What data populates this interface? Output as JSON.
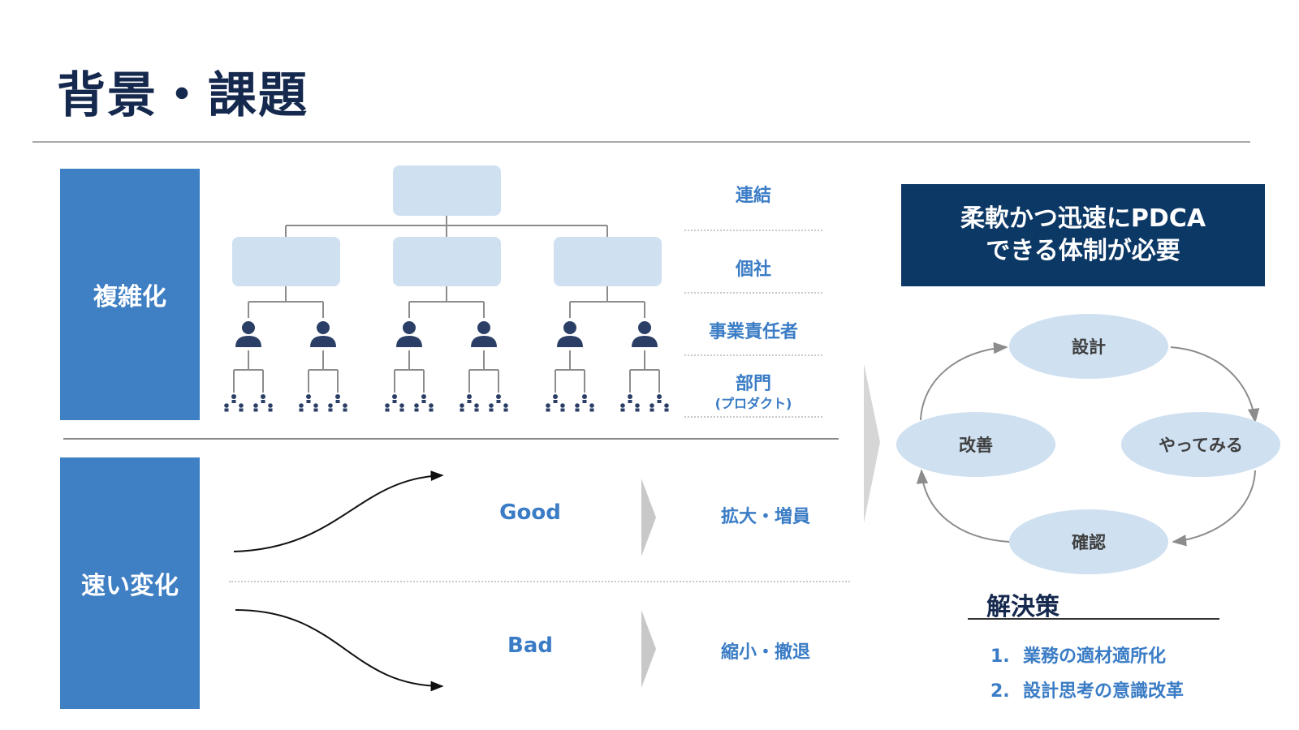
{
  "page": {
    "title": "背景・課題"
  },
  "complexity": {
    "label": "複雑化",
    "levels": [
      {
        "label": "連結"
      },
      {
        "label": "個社"
      },
      {
        "label": "事業責任者"
      },
      {
        "label": "部門",
        "sub": "(プロダクト)"
      }
    ]
  },
  "change": {
    "label": "速い変化",
    "good": {
      "label": "Good",
      "outcome": "拡大・増員"
    },
    "bad": {
      "label": "Bad",
      "outcome": "縮小・撤退"
    }
  },
  "conclusion": {
    "line1": "柔軟かつ迅速にPDCA",
    "line2": "できる体制が必要"
  },
  "cycle": {
    "plan": "設計",
    "do": "やってみる",
    "check": "確認",
    "act": "改善"
  },
  "solution": {
    "title": "解決策",
    "items": [
      {
        "num": "1.",
        "text": "業務の適材適所化"
      },
      {
        "num": "2.",
        "text": "設計思考の意識改革"
      }
    ]
  },
  "colors": {
    "navy": "#15284d",
    "accent_blue": "#3f7fc3",
    "text_blue": "#3a7cc5",
    "light_blue": "#cfe0f1",
    "dark_box": "#0c3866",
    "person": "#2b3f66"
  }
}
